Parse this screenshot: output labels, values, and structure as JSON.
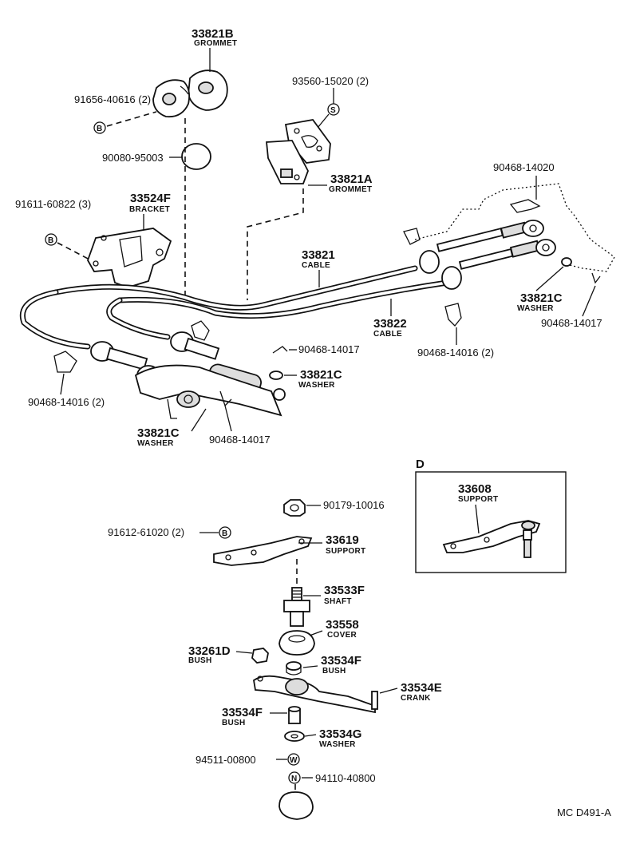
{
  "parts": {
    "p33821B": {
      "num": "33821B",
      "name": "GROMMET"
    },
    "p91656": {
      "num": "91656-40616 (2)",
      "sym": "B"
    },
    "p93560": {
      "num": "93560-15020 (2)",
      "sym": "S"
    },
    "p90080": {
      "num": "90080-95003"
    },
    "p33821A": {
      "num": "33821A",
      "name": "GROMMET"
    },
    "p90468_14020": {
      "num": "90468-14020"
    },
    "p91611": {
      "num": "91611-60822 (3)",
      "sym": "B"
    },
    "p33524F": {
      "num": "33524F",
      "name": "BRACKET"
    },
    "p33821": {
      "num": "33821",
      "name": "CABLE"
    },
    "p33821C_r": {
      "num": "33821C",
      "name": "WASHER"
    },
    "p90468_14017_r": {
      "num": "90468-14017"
    },
    "p33822": {
      "num": "33822",
      "name": "CABLE"
    },
    "p90468_14017_m": {
      "num": "90468-14017"
    },
    "p33821C_m": {
      "num": "33821C",
      "name": "WASHER"
    },
    "p90468_14016_r": {
      "num": "90468-14016 (2)"
    },
    "p90468_14016_l": {
      "num": "90468-14016 (2)"
    },
    "p33821C_l": {
      "num": "33821C",
      "name": "WASHER"
    },
    "p90468_14017_l": {
      "num": "90468-14017"
    },
    "p90179": {
      "num": "90179-10016"
    },
    "p91612": {
      "num": "91612-61020 (2)",
      "sym": "B"
    },
    "p33619": {
      "num": "33619",
      "name": "SUPPORT"
    },
    "p33533F": {
      "num": "33533F",
      "name": "SHAFT"
    },
    "p33558": {
      "num": "33558",
      "name": "COVER"
    },
    "p33261D": {
      "num": "33261D",
      "name": "BUSH"
    },
    "p33534F_t": {
      "num": "33534F",
      "name": "BUSH"
    },
    "p33534E": {
      "num": "33534E",
      "name": "CRANK"
    },
    "p33534F_b": {
      "num": "33534F",
      "name": "BUSH"
    },
    "p33534G": {
      "num": "33534G",
      "name": "WASHER"
    },
    "p94511": {
      "num": "94511-00800",
      "sym": "W"
    },
    "p94110": {
      "num": "94110-40800",
      "sym": "N"
    },
    "p33608": {
      "num": "33608",
      "name": "SUPPORT"
    }
  },
  "inset": {
    "label": "D"
  },
  "footer": {
    "code": "MC  D491-A"
  }
}
